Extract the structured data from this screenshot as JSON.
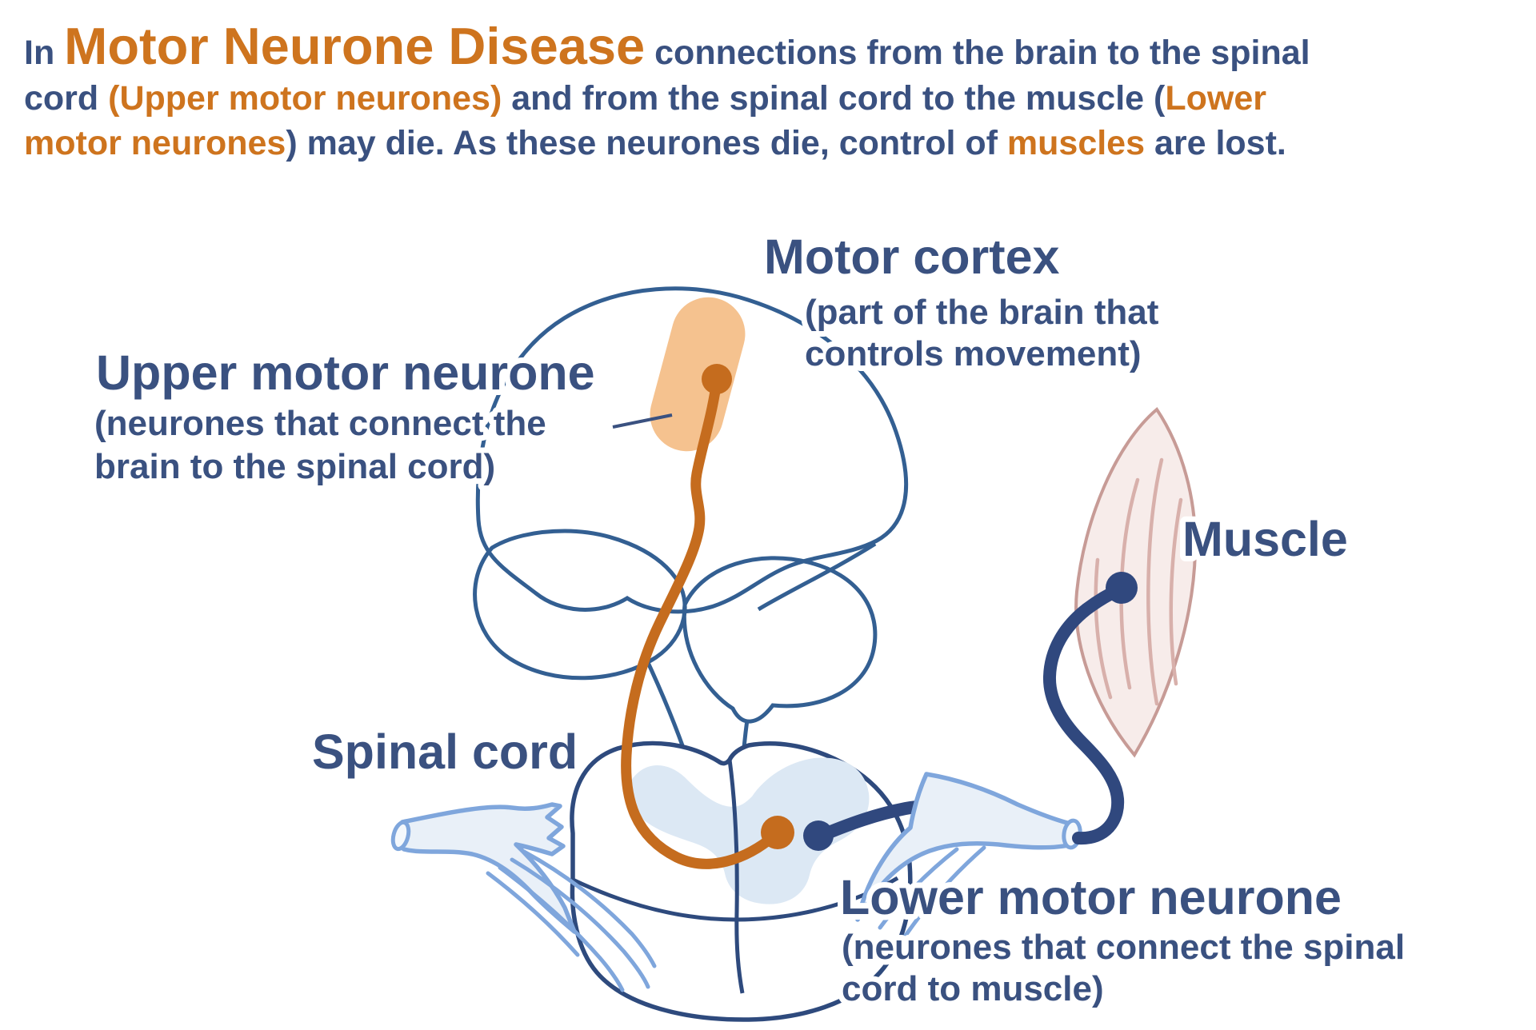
{
  "header": {
    "line1": {
      "pre": "In ",
      "highlight": "Motor Neurone Disease",
      "post": " connections from the brain to the spinal"
    },
    "line2": {
      "pre": "cord ",
      "highlight": "(Upper motor neurones)",
      "mid": " and from the spinal cord to the muscle (",
      "highlight2": "Lower"
    },
    "line3": {
      "highlight": "motor neurones",
      "mid": ") may die. As these neurones die, control of ",
      "highlight2": "muscles",
      "post": " are lost."
    }
  },
  "labels": {
    "motor_cortex": {
      "title": "Motor cortex",
      "sub1": "(part of the brain that",
      "sub2": "controls movement)"
    },
    "upper_motor_neurone": {
      "title": "Upper motor neurone",
      "sub1": "(neurones that connect the",
      "sub2": "brain to the spinal cord)"
    },
    "spinal_cord": {
      "title": "Spinal cord"
    },
    "muscle": {
      "title": "Muscle"
    },
    "lower_motor_neurone": {
      "title": "Lower motor neurone",
      "sub1": "(neurones that connect the spinal",
      "sub2": "cord to muscle)"
    }
  },
  "colors": {
    "background": "#FFFFFF",
    "navy_text": "#3A5180",
    "orange_text": "#CE741E",
    "brain_outline": "#335F92",
    "spinal_cord_outline": "#2E4A7D",
    "upper_motor_neurone": "#C56C1E",
    "lower_motor_neurone": "#30487E",
    "motor_cortex_region": "#F5C28F",
    "nerve_root_outline": "#7FA6DC",
    "nerve_root_fill": "#E9F0F8",
    "gray_matter_fill": "#DCE8F4",
    "muscle_fill": "#F7ECEA",
    "muscle_outline": "#C79B96",
    "muscle_striation": "#D8B0AB"
  }
}
